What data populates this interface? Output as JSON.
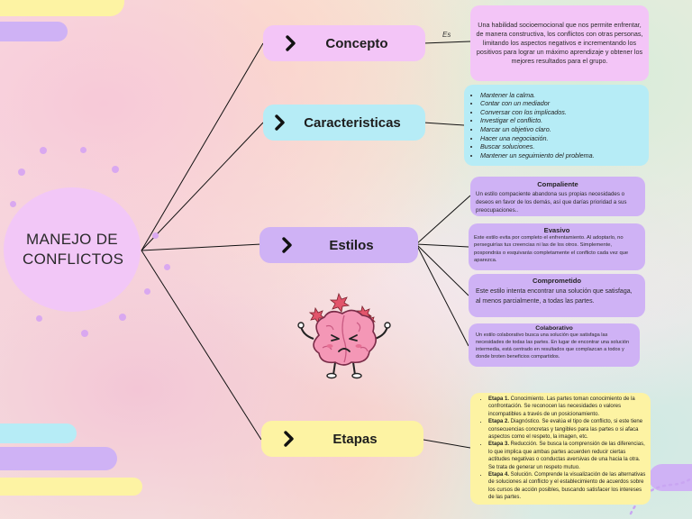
{
  "center": {
    "title": "MANEJO DE CONFLICTOS"
  },
  "branches": {
    "concepto": "Concepto",
    "caracteristicas": "Caracteristicas",
    "estilos": "Estilos",
    "etapas": "Etapas"
  },
  "connector_label": "Es",
  "concepto_text": "Una habilidad socioemocional que nos permite enfrentar, de manera constructiva, los conflictos con otras personas, limitando los aspectos negativos e incrementando los positivos para lograr un máximo aprendizaje y obtener los mejores resultados para el grupo.",
  "caracteristicas_items": [
    "Mantener la calma.",
    "Contar con un mediador",
    "Conversar con los implicados.",
    "Investigar el conflicto.",
    "Marcar un objetivo claro.",
    "Hacer una negociación.",
    "Buscar soluciones.",
    "Mantener un seguimiento del problema."
  ],
  "estilos": [
    {
      "title": "Compaliente",
      "text": "Un estilo compaciente abandona sus propias necesidades o deseos en favor de los demás, así que darías prioridad a sus preocupaciones.."
    },
    {
      "title": "Evasivo",
      "text": "Este estilo evita por completo el enfrentamiento. Al adoptarlo, no perseguirías tus creencias ni las de los otros. Simplemente, pospondrás o esquivarás completamente el conflicto cada vez que aparezca."
    },
    {
      "title": "Comprometido",
      "text": "Este estilo intenta encontrar una solución que satisfaga, al menos parcialmente, a todas las partes."
    },
    {
      "title": "Colaborativo",
      "text": "Un estilo colaborativo busca una solución que satisfaga las necesidades de todas las partes. En lugar de encontrar una solución intermedia, está centrado en resultados que complazcan a todos y donde broten beneficios compartidos."
    }
  ],
  "etapas_items": [
    {
      "stage": "Etapa 1.",
      "text": " Conocimiento. Las partes toman conocimiento de la confrontación. Se reconocen las necesidades o valores incompatibles a través de un posicionamiento."
    },
    {
      "stage": "Etapa 2.",
      "text": " Diagnóstico. Se evalúa el tipo de conflicto, si este tiene consecuencias concretas y tangibles para las partes o si afaca aspectos como el respeto, la imagen, etc."
    },
    {
      "stage": "Etapa 3.",
      "text": " Reducción. Se busca la comprensión de las diferencias, lo que implica que ambas partes acuerden reducir ciertas actitudes negativas o conductas aversivas de una hacia la otra. Se trata de generar un respeto mutuo."
    },
    {
      "stage": "Etapa 4.",
      "text": " Solución. Comprende la visualización de las alternativas de soluciones al conflicto y el establecimiento de acuerdos sobre los cursos de acción posibles, buscando satisfacer los intereses de las partes."
    }
  ],
  "colors": {
    "branch_pink": "#f3c5f7",
    "branch_cyan": "#b6ecf6",
    "branch_purple": "#cfb2f5",
    "branch_yellow": "#fdf3a3",
    "center": "#f2c7f7",
    "style_box": "#cfb2f5"
  },
  "illustration": "stressed-brain-character"
}
